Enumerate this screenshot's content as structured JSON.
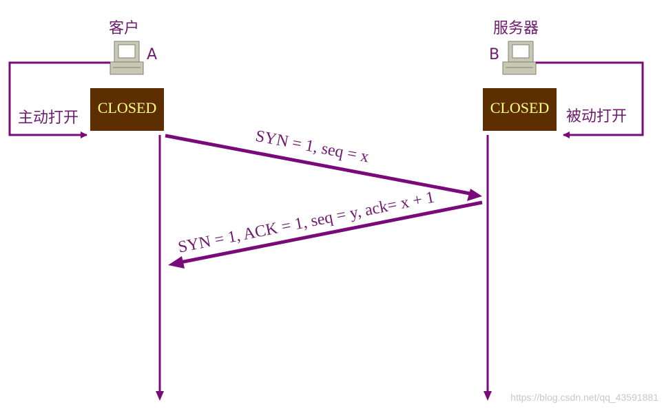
{
  "client": {
    "title": "客户",
    "node": "A",
    "state": "CLOSED",
    "action": "主动打开"
  },
  "server": {
    "title": "服务器",
    "node": "B",
    "state": "CLOSED",
    "action": "被动打开"
  },
  "messages": [
    {
      "text": "SYN = 1, seq = x"
    },
    {
      "text": "SYN = 1, ACK = 1, seq = y, ack= x + 1"
    }
  ],
  "watermark": "https://blog.csdn.net/qq_43591881",
  "colors": {
    "line": "#7a0a7a",
    "state_bg": "#5c2e00",
    "state_text": "#ffff80",
    "computer": "#c8c8b4"
  }
}
